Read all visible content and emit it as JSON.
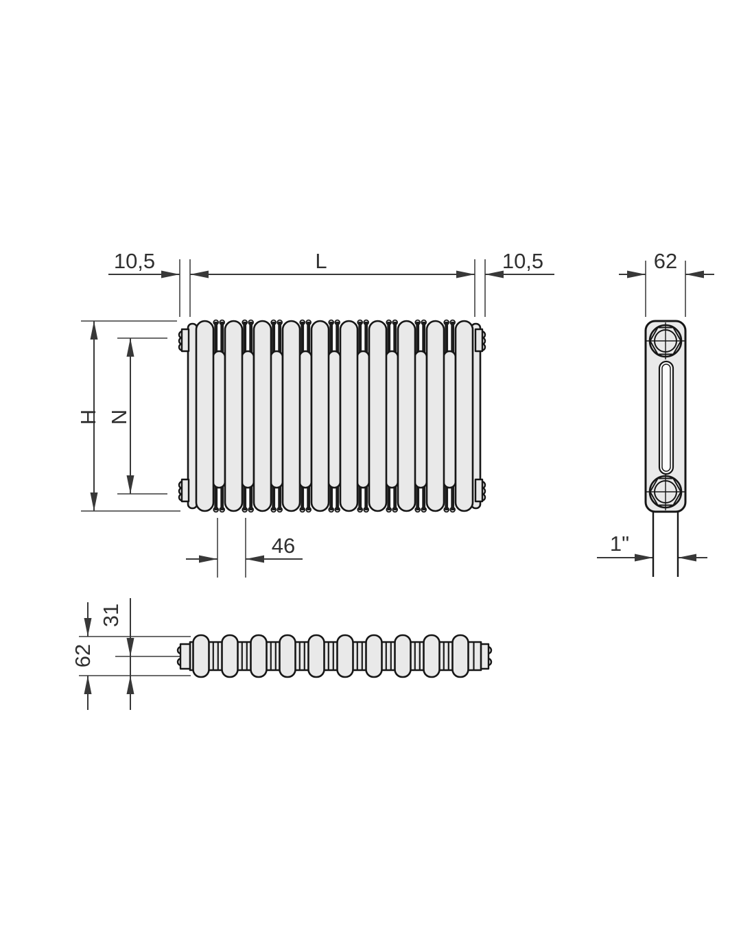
{
  "colors": {
    "background": "#ffffff",
    "fill": "#e9e9e9",
    "outline": "#161616",
    "dimline": "#383838",
    "extline": "#565656",
    "text": "#303030"
  },
  "front_view": {
    "sections": 10,
    "gaps": 9,
    "dims": {
      "left_offset": "10,5",
      "length": "L",
      "right_offset": "10,5",
      "height": "H",
      "axis_distance": "N",
      "section_pitch": "46"
    }
  },
  "side_view": {
    "dims": {
      "depth": "62",
      "connection": "1\""
    }
  },
  "top_view": {
    "sections": 10,
    "gaps": 9,
    "dims": {
      "depth": "62",
      "column_offset": "31"
    }
  }
}
